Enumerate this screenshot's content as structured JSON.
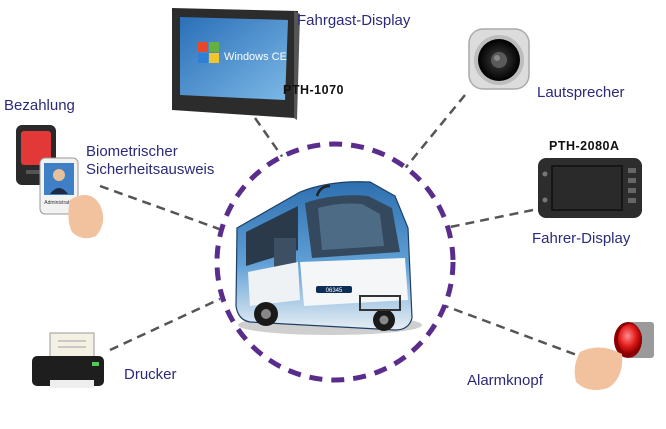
{
  "labels": {
    "passenger_display": "Fahrgast-Display",
    "passenger_model": "PTH-1070",
    "speaker": "Lautsprecher",
    "payment": "Bezahlung",
    "biometric_line1": "Biometrischer",
    "biometric_line2": "Sicherheitsausweis",
    "driver_model": "PTH-2080A",
    "driver_display": "Fahrer-Display",
    "printer": "Drucker",
    "alarm": "Alarmknopf"
  },
  "screen_text": "Windows CE",
  "badge_text": "Administrator",
  "bus_number": "06345",
  "colors": {
    "label": "#2b2a7a",
    "circle": "#5a2d8c",
    "connector": "#555555"
  }
}
